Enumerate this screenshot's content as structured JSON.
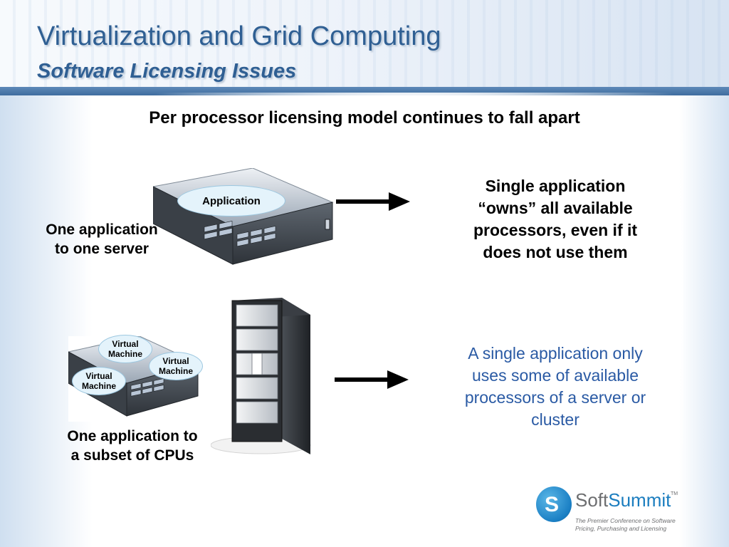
{
  "slide": {
    "title": "Virtualization and Grid Computing",
    "subtitle": "Software Licensing Issues",
    "headline": "Per processor licensing model continues to fall apart"
  },
  "scenario_one": {
    "bubble": "Application",
    "label_line1": "One application",
    "label_line2": "to one server",
    "result_lines": [
      "Single application",
      "“owns” all available",
      "processors, even if it",
      "does not use them"
    ]
  },
  "scenario_two": {
    "vm_bubbles": [
      {
        "line1": "Virtual",
        "line2": "Machine"
      },
      {
        "line1": "Virtual",
        "line2": "Machine"
      },
      {
        "line1": "Virtual",
        "line2": "Machine"
      }
    ],
    "label_line1": "One application to",
    "label_line2": "a subset of CPUs",
    "result_lines": [
      "A single application only",
      "uses some of available",
      "processors of a server or",
      "cluster"
    ]
  },
  "logo": {
    "name_part1": "Soft",
    "name_part2": "Summit",
    "trademark": "TM",
    "tagline_line1": "The Premier Conference on Software",
    "tagline_line2": "Pricing, Purchasing and Licensing"
  },
  "colors": {
    "title": "#2f5f93",
    "accent_rule": "#3f6d9f",
    "blue_text": "#2a5aa4",
    "bubble_fill": "#e4f3fb",
    "logo_blue": "#1b7dbf"
  },
  "icons": [
    "rack-server-icon",
    "tower-cabinet-icon",
    "right-arrow-icon",
    "softsummit-logo-icon"
  ]
}
